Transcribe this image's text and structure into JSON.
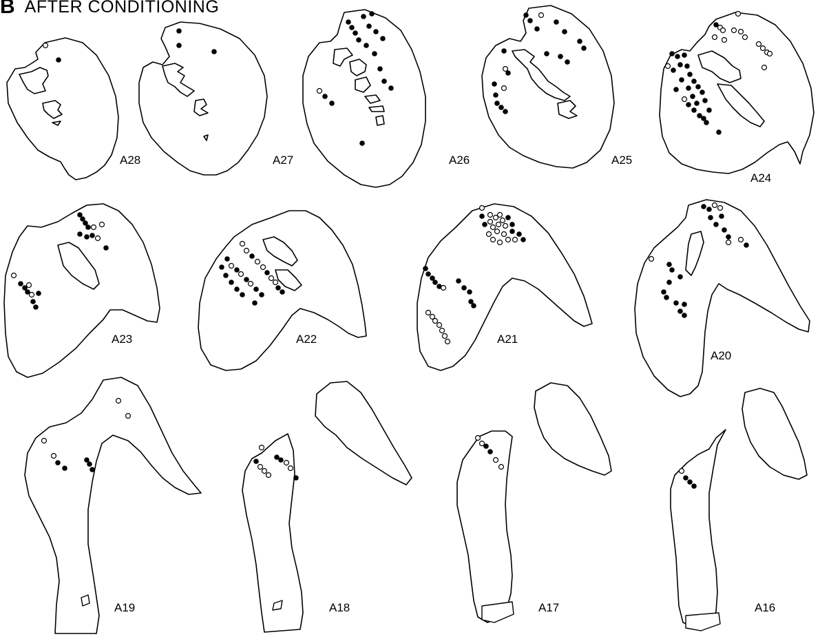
{
  "panel": {
    "letter": "B",
    "title": "AFTER CONDITIONING"
  },
  "legend_semantics": {
    "filled_marker": "filled-circle",
    "open_marker": "open-circle"
  },
  "sections": [
    {
      "label": "A28"
    },
    {
      "label": "A27"
    },
    {
      "label": "A26"
    },
    {
      "label": "A25"
    },
    {
      "label": "A24"
    },
    {
      "label": "A23"
    },
    {
      "label": "A22"
    },
    {
      "label": "A21"
    },
    {
      "label": "A20"
    },
    {
      "label": "A19"
    },
    {
      "label": "A18"
    },
    {
      "label": "A17"
    },
    {
      "label": "A16"
    }
  ],
  "colors": {
    "ink": "#000000",
    "background": "#ffffff"
  }
}
